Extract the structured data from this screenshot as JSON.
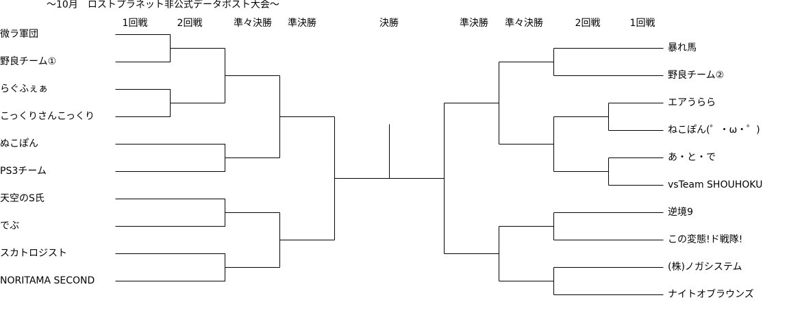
{
  "title": "～10月　ロストプラネット非公式データポスト大会～",
  "rounds_left": [
    "1回戦",
    "2回戦",
    "準々決勝",
    "準決勝"
  ],
  "final_label": "決勝",
  "rounds_right": [
    "準決勝",
    "準々決勝",
    "2回戦",
    "1回戦"
  ],
  "left_teams": [
    "微ラ軍団",
    "野良チーム①",
    "らぐふぇぁ",
    "こっくりさんこっくり",
    "ぬこぽん",
    "PS3チーム",
    "天空のS氏",
    "でぶ",
    "スカトロジスト",
    "NORITAMA SECOND"
  ],
  "right_teams": [
    "暴れ馬",
    "野良チーム②",
    "エアうらら",
    "ねこぽん(゜・ω・゜)",
    "あ・と・で",
    "vsTeam SHOUHOKU",
    "逆境9",
    "この変態!ド戦隊!",
    "(株)ノガシステム",
    "ナイトオブラウンズ"
  ]
}
